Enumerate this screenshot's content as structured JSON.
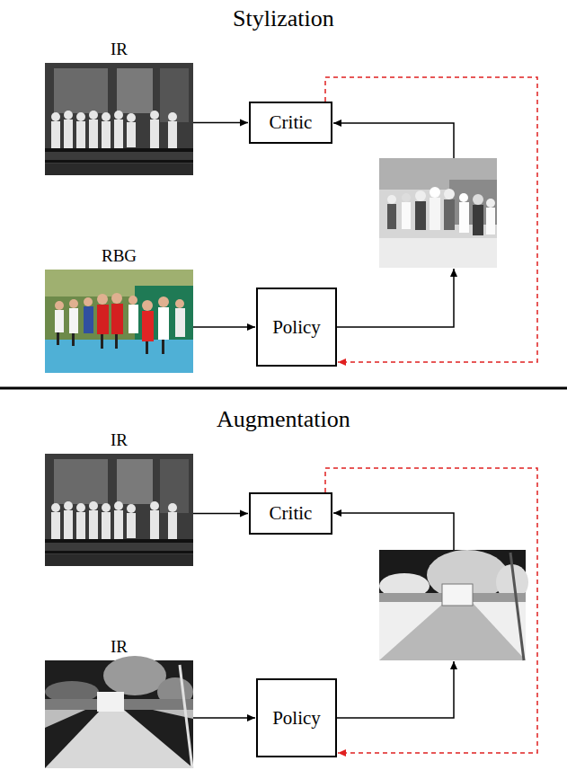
{
  "diagram": {
    "title": "Stylization",
    "nodes": [
      {
        "text": [
          "IR"
        ]
      },
      {
        "text": [
          "Critic"
        ]
      },
      {
        "text": [
          "RBG"
        ]
      },
      {
        "text": [
          "Policy"
        ]
      },
      {
        "text": [
          "IR"
        ]
      },
      {
        "text": [
          "Critic"
        ]
      },
      {
        "text": [
          "IR"
        ]
      },
      {
        "text": [
          "Policy"
        ]
      }
    ],
    "edges": [
      {
        "from": 0,
        "to": 1,
        "arrow": "to"
      },
      {
        "from": 2,
        "to": 3,
        "arrow": "to"
      },
      {
        "from": 1,
        "to": 3,
        "arrow": "to"
      },
      {
        "from": 4,
        "to": 5,
        "arrow": "to"
      },
      {
        "from": 6,
        "to": 7,
        "arrow": "to"
      },
      {
        "from": 5,
        "to": 7,
        "arrow": "to"
      }
    ],
    "labels": [
      "Augmentation"
    ]
  }
}
